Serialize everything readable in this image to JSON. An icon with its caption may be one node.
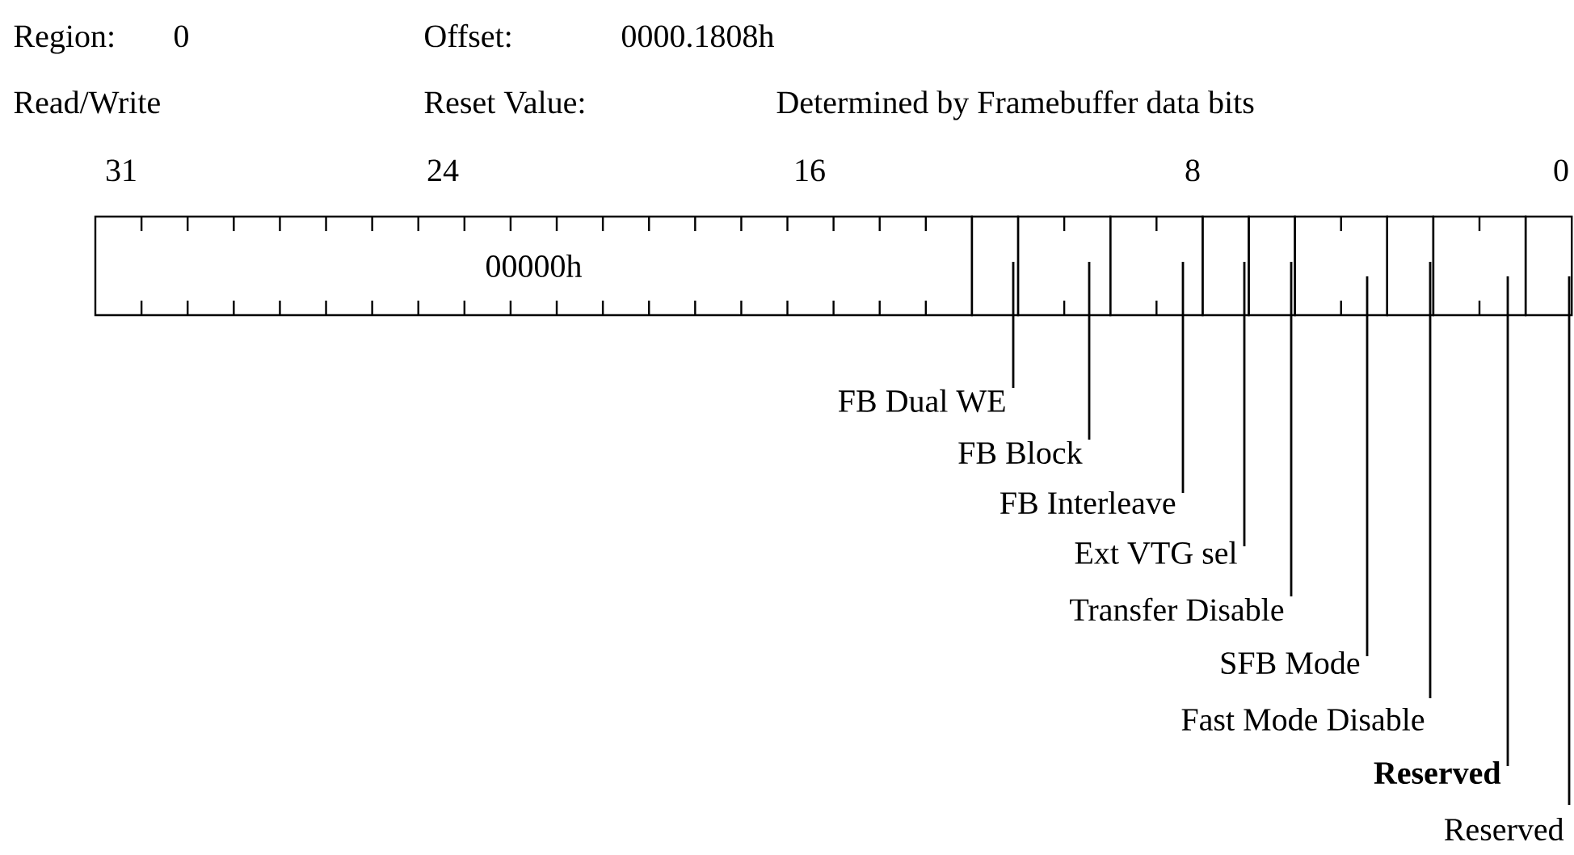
{
  "diagram": {
    "nodes": [
      {
        "text": [
          "00000h"
        ]
      },
      {
        "text": [],
        "shape": "box"
      },
      {
        "text": [],
        "shape": "box"
      },
      {
        "text": [],
        "shape": "box"
      },
      {
        "text": [],
        "shape": "box"
      },
      {
        "text": [],
        "shape": "box"
      },
      {
        "text": [],
        "shape": "box"
      },
      {
        "text": [],
        "shape": "box"
      },
      {
        "text": [],
        "shape": "box"
      },
      {
        "text": [],
        "shape": "box"
      },
      {
        "text": [
          "FB Dual WE"
        ]
      },
      {
        "text": [
          "FB Block"
        ]
      },
      {
        "text": [
          "FB Interleave"
        ]
      },
      {
        "text": [
          "Ext VTG sel"
        ]
      },
      {
        "text": [
          "Transfer Disable"
        ]
      },
      {
        "text": [
          "SFB Mode"
        ]
      },
      {
        "text": [
          "Fast Mode Disable"
        ]
      },
      {
        "text": [
          "Reserved"
        ]
      },
      {
        "text": [
          "Reserved"
        ]
      }
    ],
    "edges": [
      {
        "from": 10,
        "to": 1,
        "arrow": "none"
      },
      {
        "from": 11,
        "to": 2,
        "arrow": "none"
      },
      {
        "from": 12,
        "to": 3,
        "arrow": "none"
      },
      {
        "from": 13,
        "to": 4,
        "arrow": "none"
      },
      {
        "from": 14,
        "to": 5,
        "arrow": "none"
      },
      {
        "from": 15,
        "to": 6,
        "arrow": "none"
      },
      {
        "from": 16,
        "to": 7,
        "arrow": "none"
      },
      {
        "from": 17,
        "to": 8,
        "arrow": "none"
      },
      {
        "from": 18,
        "to": 9,
        "arrow": "none"
      }
    ],
    "labels": [
      "Region:",
      "0",
      "Offset:",
      "0000.1808h",
      "Read/Write",
      "Reset Value:",
      "Determined by Framebuffer data bits",
      "31",
      "24",
      "16",
      "8",
      "0"
    ]
  }
}
